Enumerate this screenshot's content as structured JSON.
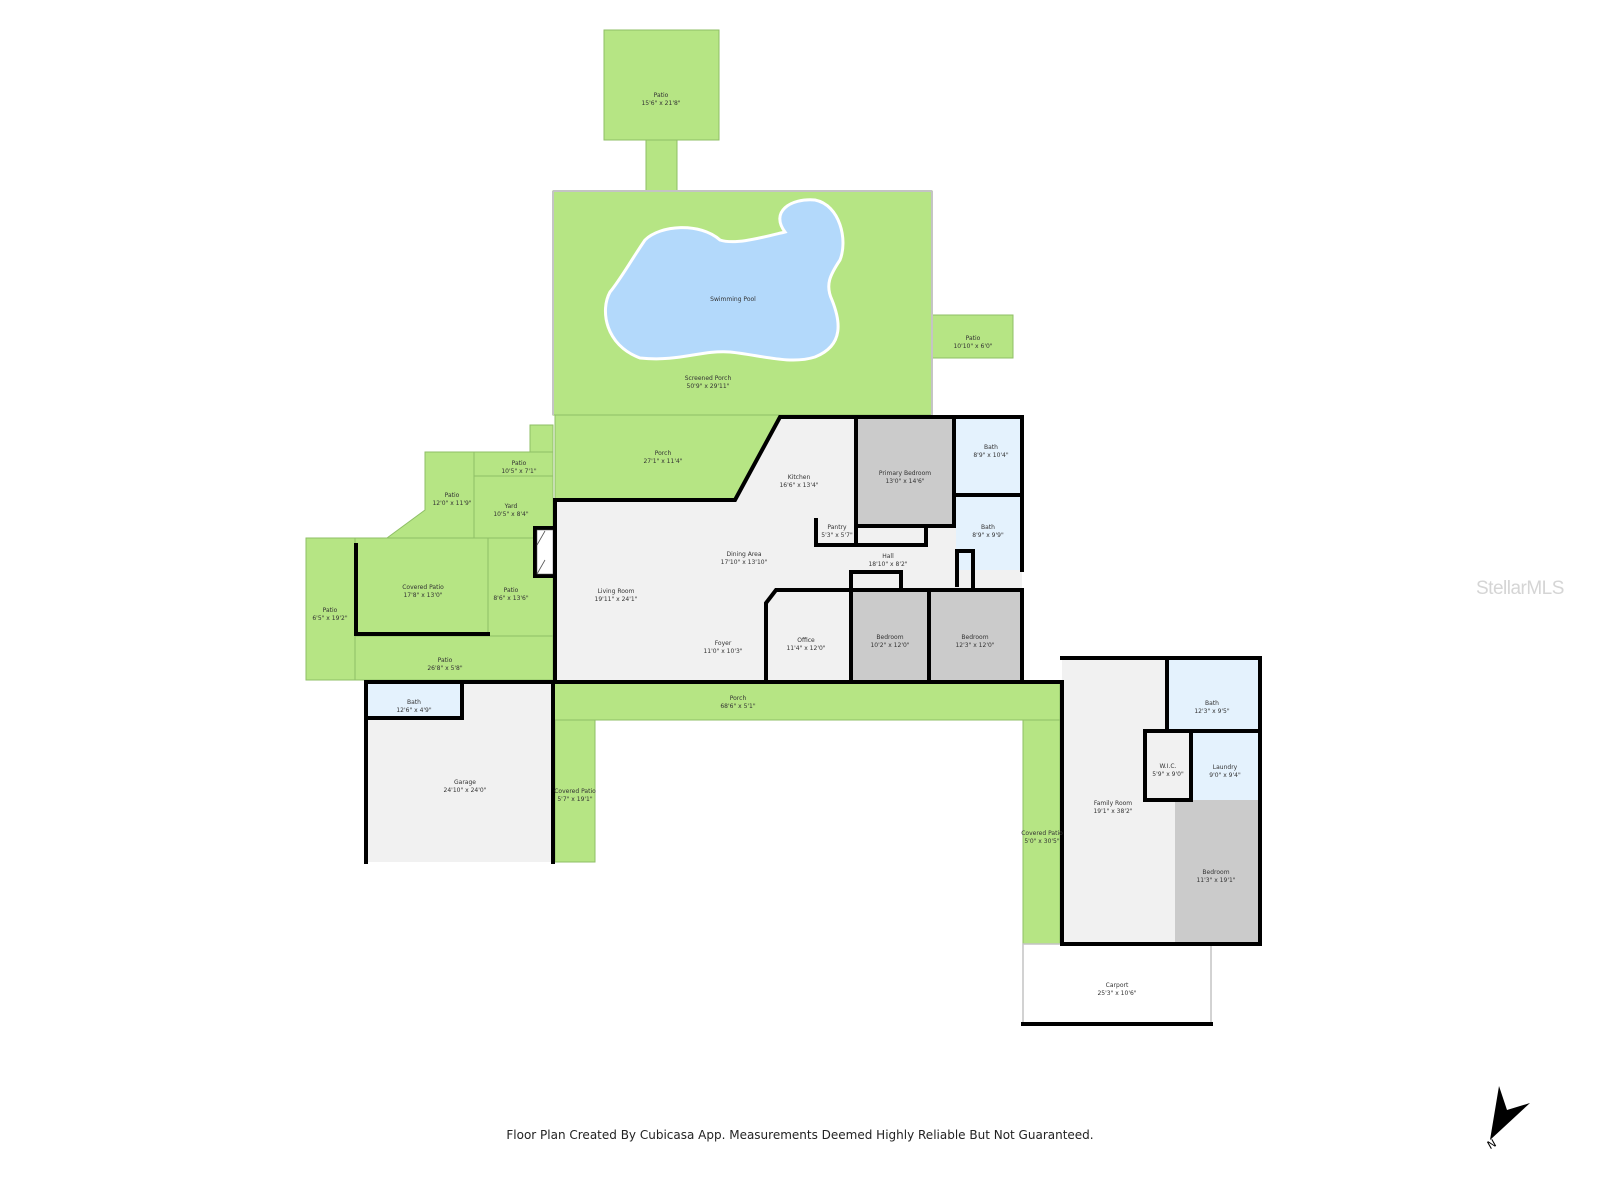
{
  "colors": {
    "outdoor": "#b6e584",
    "interior": "#f1f1f1",
    "bedroom": "#cbcbcb",
    "bath": "#e4f2fd",
    "pool": "#b3d9fb",
    "wall": "#000000"
  },
  "rooms": {
    "patio_top": {
      "name": "Patio",
      "dim": "15'6\" x 21'8\""
    },
    "pool": {
      "name": "Swimming Pool"
    },
    "screened_porch": {
      "name": "Screened Porch",
      "dim": "50'9\" x 29'11\""
    },
    "patio_right": {
      "name": "Patio",
      "dim": "10'10\" x 6'0\""
    },
    "porch_top": {
      "name": "Porch",
      "dim": "27'1\" x 11'4\""
    },
    "kitchen": {
      "name": "Kitchen",
      "dim": "16'6\" x 13'4\""
    },
    "primary_bedroom": {
      "name": "Primary Bedroom",
      "dim": "13'0\" x 14'6\""
    },
    "bath1": {
      "name": "Bath",
      "dim": "8'9\" x 10'4\""
    },
    "bath2": {
      "name": "Bath",
      "dim": "8'9\" x 9'9\""
    },
    "pantry": {
      "name": "Pantry",
      "dim": "5'3\" x 5'7\""
    },
    "dining": {
      "name": "Dining Area",
      "dim": "17'10\" x 13'10\""
    },
    "hall": {
      "name": "Hall",
      "dim": "18'10\" x 8'2\""
    },
    "living": {
      "name": "Living Room",
      "dim": "19'11\" x 24'1\""
    },
    "foyer": {
      "name": "Foyer",
      "dim": "11'0\" x 10'3\""
    },
    "office": {
      "name": "Office",
      "dim": "11'4\" x 12'0\""
    },
    "bedroom1": {
      "name": "Bedroom",
      "dim": "10'2\" x 12'0\""
    },
    "bedroom2": {
      "name": "Bedroom",
      "dim": "12'3\" x 12'0\""
    },
    "patio_105": {
      "name": "Patio",
      "dim": "10'5\" x 7'1\""
    },
    "patio_120": {
      "name": "Patio",
      "dim": "12'0\" x 11'9\""
    },
    "yard": {
      "name": "Yard",
      "dim": "10'5\" x 8'4\""
    },
    "covered_patio_left": {
      "name": "Covered Patio",
      "dim": "17'8\" x 13'0\""
    },
    "patio_86": {
      "name": "Patio",
      "dim": "8'6\" x 13'6\""
    },
    "patio_65": {
      "name": "Patio",
      "dim": "6'5\" x 19'2\""
    },
    "patio_268": {
      "name": "Patio",
      "dim": "26'8\" x 5'8\""
    },
    "garage_bath": {
      "name": "Bath",
      "dim": "12'6\" x 4'9\""
    },
    "garage": {
      "name": "Garage",
      "dim": "24'10\" x 24'0\""
    },
    "porch_bottom": {
      "name": "Porch",
      "dim": "68'6\" x 5'1\""
    },
    "covered_patio_mid": {
      "name": "Covered Patio",
      "dim": "5'7\" x 19'1\""
    },
    "covered_patio_right": {
      "name": "Covered Patio",
      "dim": "5'0\" x 30'5\""
    },
    "family_room": {
      "name": "Family Room",
      "dim": "19'1\" x 38'2\""
    },
    "bath3": {
      "name": "Bath",
      "dim": "12'3\" x 9'5\""
    },
    "wic": {
      "name": "W.I.C.",
      "dim": "5'9\" x 9'0\""
    },
    "laundry": {
      "name": "Laundry",
      "dim": "9'0\" x 9'4\""
    },
    "bedroom3": {
      "name": "Bedroom",
      "dim": "11'3\" x 19'1\""
    },
    "carport": {
      "name": "Carport",
      "dim": "25'3\" x 10'6\""
    }
  },
  "compass": {
    "label": "N",
    "icon": "north-arrow-icon"
  },
  "watermark": "StellarMLS",
  "footer": "Floor Plan Created By Cubicasa App. Measurements Deemed Highly Reliable But Not Guaranteed."
}
